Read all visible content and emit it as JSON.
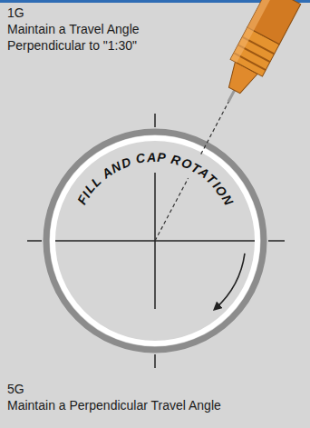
{
  "diagram": {
    "nodes": [
      {
        "text": [
          "FILL AND CAP ROTATION"
        ]
      }
    ],
    "labels": [
      "1G",
      "Maintain a Travel Angle",
      "Perpendicular to \"1:30\"",
      "5G",
      "Maintain a Perpendicular Travel Angle"
    ]
  }
}
